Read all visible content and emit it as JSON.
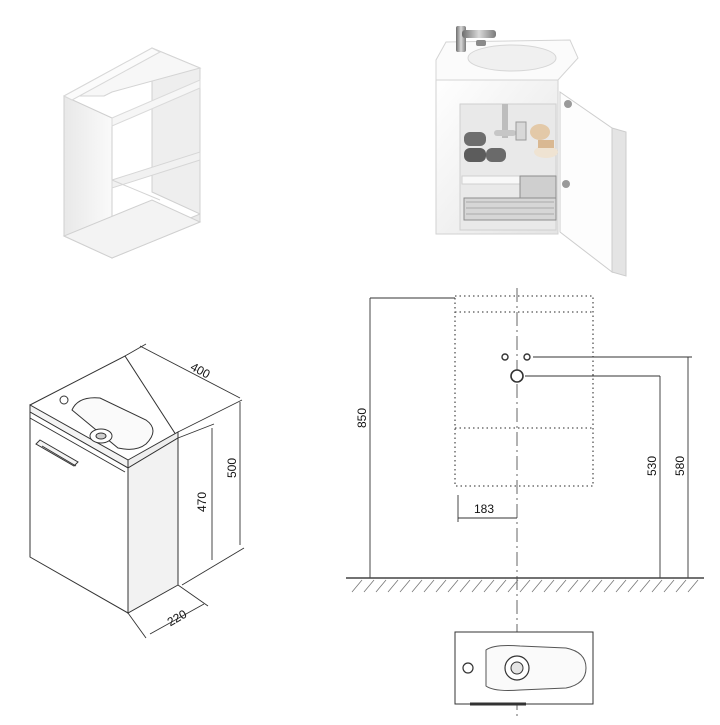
{
  "dimensions": {
    "width": "400",
    "height_total": "500",
    "height_inner": "470",
    "depth": "220",
    "install_height": "850",
    "drain_height": "530",
    "water_height": "580",
    "offset": "183"
  },
  "colors": {
    "line": "#333333",
    "dotted": "#555555",
    "panel": "#f4f4f4",
    "panel_shadow": "#dcdcdc",
    "floor": "#444444"
  }
}
